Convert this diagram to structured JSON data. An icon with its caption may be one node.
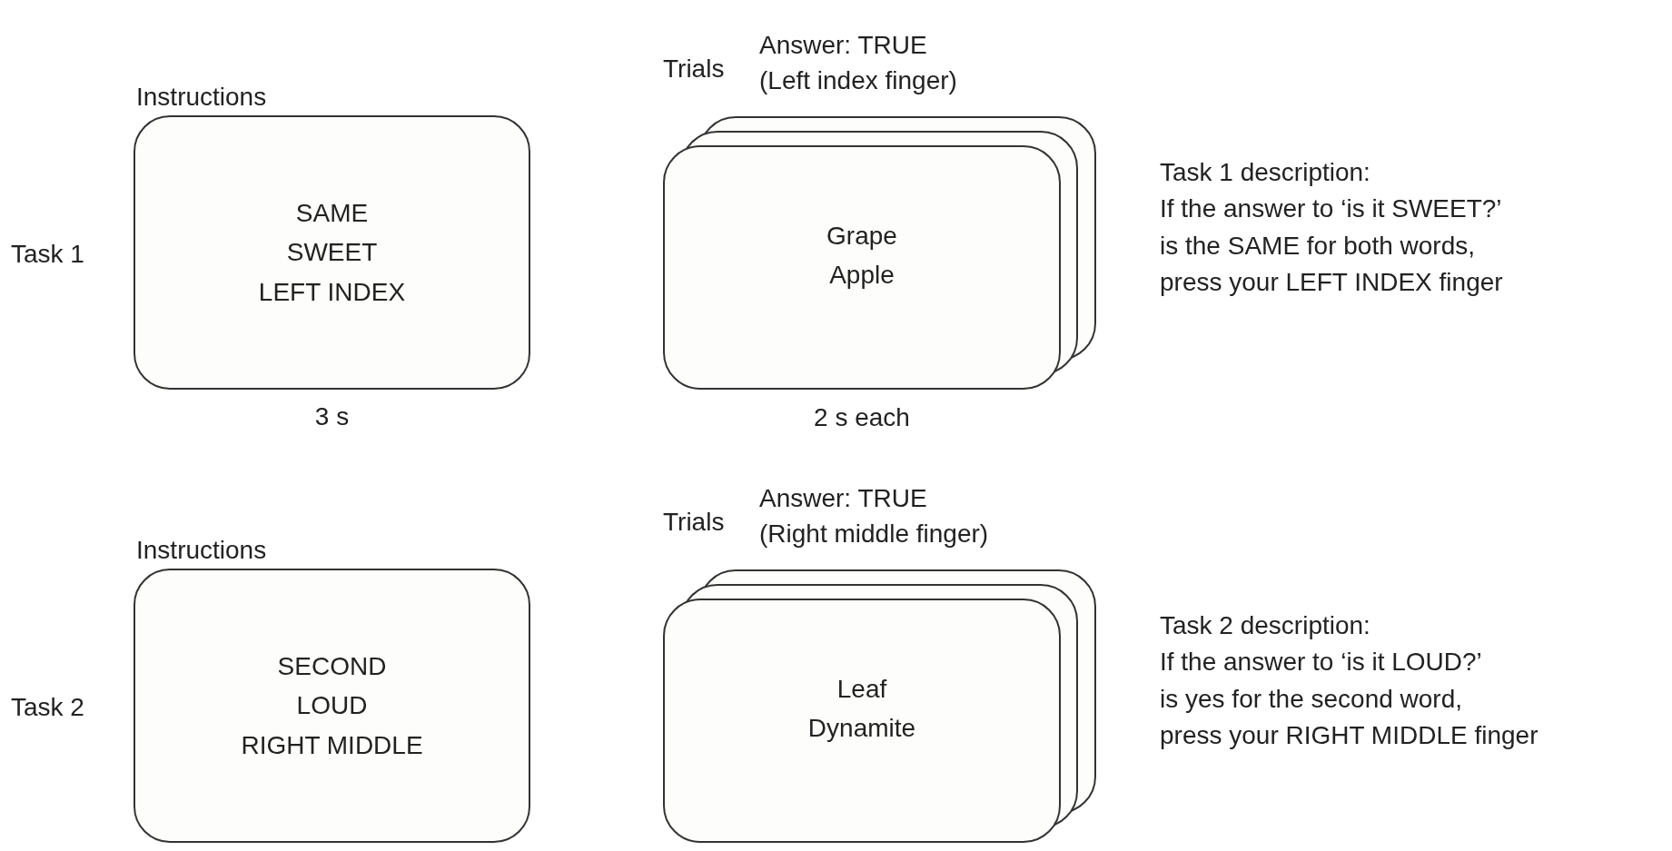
{
  "diagram": {
    "nodes": [
      {
        "text": [
          "Instructions",
          "SAME SWEET LEFT INDEX"
        ],
        "beside": [
          "3 s"
        ]
      },
      {
        "text": [
          "Trials",
          "Answer: TRUE (Left index finger)",
          "Grape Apple"
        ],
        "beside": [
          "2 s each"
        ]
      },
      {
        "text": [
          "Instructions",
          "SECOND LOUD RIGHT MIDDLE"
        ]
      },
      {
        "text": [
          "Trials",
          "Answer: TRUE (Right middle finger)",
          "Leaf Dynamite"
        ]
      }
    ],
    "edges": [],
    "labels": [
      "Task 1 description:",
      "If the answer to ‘is it SWEET?’ is the SAME for both words, press your LEFT INDEX finger",
      "Task 1",
      "Task 2 description:",
      "If the answer to ‘is it LOUD?’ is yes for the second word, press your RIGHT MIDDLE finger",
      "Task 2"
    ]
  }
}
